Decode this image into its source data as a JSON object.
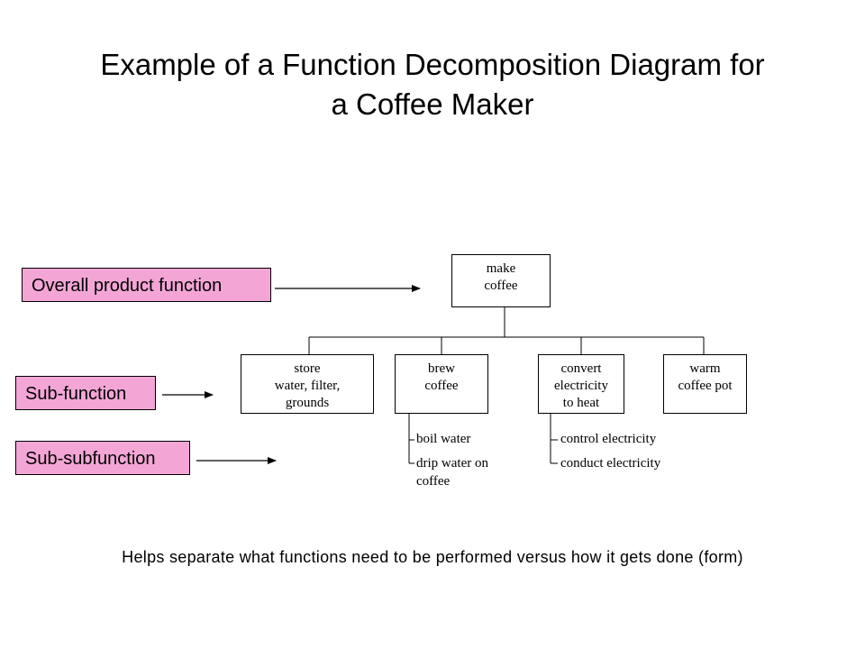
{
  "title": {
    "line1": "Example of a Function Decomposition Diagram for",
    "line2": "a Coffee Maker"
  },
  "labels": {
    "overall": "Overall product function",
    "sub": "Sub-function",
    "subsub": "Sub-subfunction"
  },
  "diagram": {
    "root": {
      "line1": "make",
      "line2": "coffee"
    },
    "children": [
      {
        "lines": [
          "store",
          "water, filter,",
          "grounds"
        ]
      },
      {
        "lines": [
          "brew",
          "coffee"
        ]
      },
      {
        "lines": [
          "convert",
          "electricity",
          "to heat"
        ]
      },
      {
        "lines": [
          "warm",
          "coffee pot"
        ]
      }
    ],
    "brew_sub": [
      "boil water",
      "drip water on",
      "coffee"
    ],
    "convert_sub": [
      "control electricity",
      "conduct electricity"
    ]
  },
  "footer": "Helps separate what functions need to be performed versus how it gets done (form)"
}
